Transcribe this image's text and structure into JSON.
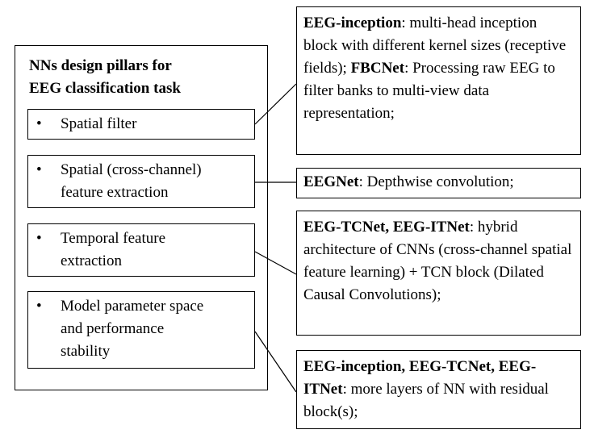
{
  "title": "NNs design pillars for\nEEG classification task",
  "bullet": "•",
  "pillars": [
    {
      "text": "Spatial filter"
    },
    {
      "text": "Spatial (cross-channel)\nfeature extraction"
    },
    {
      "text": "Temporal feature\nextraction"
    },
    {
      "text": "Model parameter space\nand performance\nstability"
    }
  ],
  "refs": [
    {
      "parts": [
        {
          "bold": "EEG-inception",
          "text": ": multi-head inception block with different kernel sizes (receptive fields); "
        },
        {
          "bold": "FBCNet",
          "text": ": Processing raw EEG to filter banks to multi-view data representation;"
        }
      ]
    },
    {
      "parts": [
        {
          "bold": "EEGNet",
          "text": ": Depthwise convolution;"
        }
      ]
    },
    {
      "parts": [
        {
          "bold": "EEG-TCNet, EEG-ITNet",
          "text": ": hybrid architecture of CNNs (cross-channel spatial feature learning) + TCN block (Dilated Causal Convolutions);"
        }
      ]
    },
    {
      "parts": [
        {
          "bold": "EEG-inception, EEG-TCNet, EEG-ITNet",
          "text": ": more layers of NN with residual block(s);"
        }
      ]
    }
  ]
}
